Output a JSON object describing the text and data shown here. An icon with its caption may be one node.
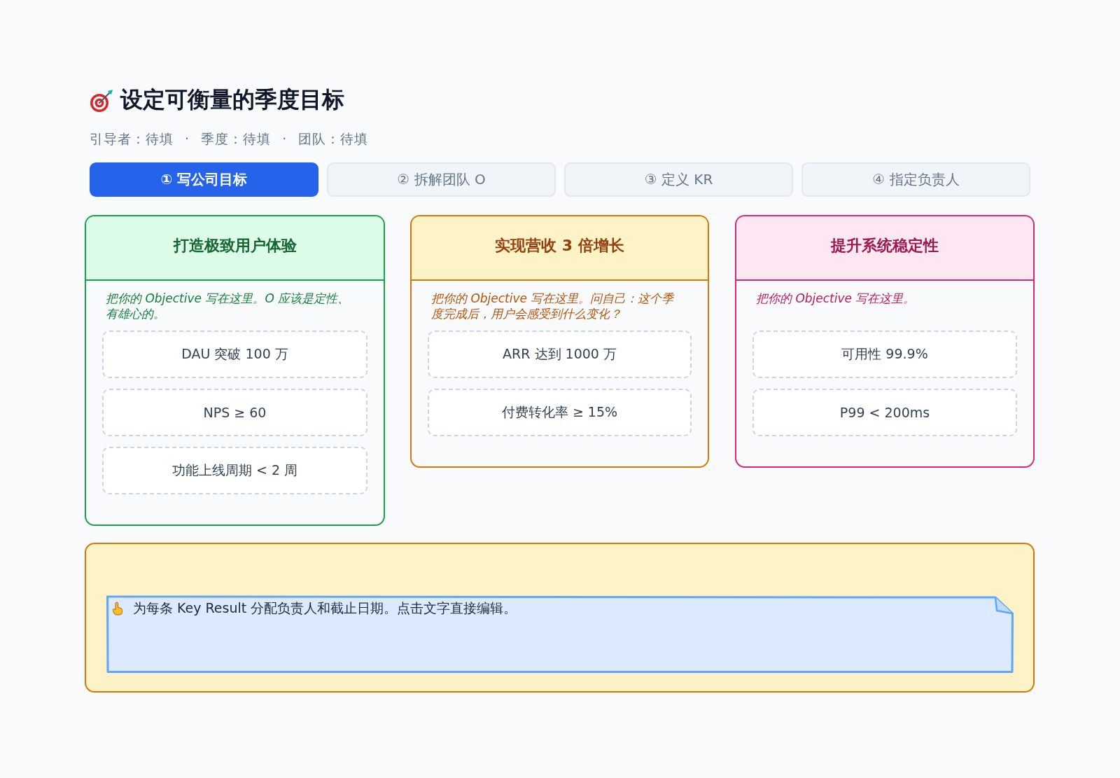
{
  "diagram": {
    "title": "设定可衡量的季度目标",
    "nodes": [
      {
        "text": [
          "① 写公司目标"
        ]
      },
      {
        "text": [
          "② 拆解团队 O"
        ]
      },
      {
        "text": [
          "③ 定义 KR"
        ]
      },
      {
        "text": [
          "④ 指定负责人"
        ]
      },
      {
        "text": [
          "打造极致用户体验",
          "把你的 Objective 写在这里。O 应该是定性、有雄心的。"
        ]
      },
      {
        "text": [
          "DAU 突破 100 万"
        ],
        "in": 4
      },
      {
        "text": [
          "NPS ≥ 60"
        ],
        "in": 4
      },
      {
        "text": [
          "功能上线周期 < 2 周"
        ],
        "in": 4
      },
      {
        "text": [
          "实现营收 3 倍增长",
          "把你的 Objective 写在这里。问自己：这个季度完成后，用户会感受到什么变化？"
        ]
      },
      {
        "text": [
          "ARR 达到 1000 万"
        ],
        "in": 8
      },
      {
        "text": [
          "付费转化率 ≥ 15%"
        ],
        "in": 8
      },
      {
        "text": [
          "提升系统稳定性",
          "把你的 Objective 写在这里。"
        ]
      },
      {
        "text": [
          "可用性 99.9%"
        ],
        "in": 11
      },
      {
        "text": [
          "P99 < 200ms"
        ],
        "in": 11
      },
      {
        "text": [],
        "shape": "box"
      },
      {
        "text": [
          "为每条 Key Result 分配负责人和截止日期。点击文字直接编辑。"
        ],
        "in": 14
      }
    ],
    "labels": [
      "引导者：待填 · 季度：待填 · 团队：待填"
    ]
  }
}
